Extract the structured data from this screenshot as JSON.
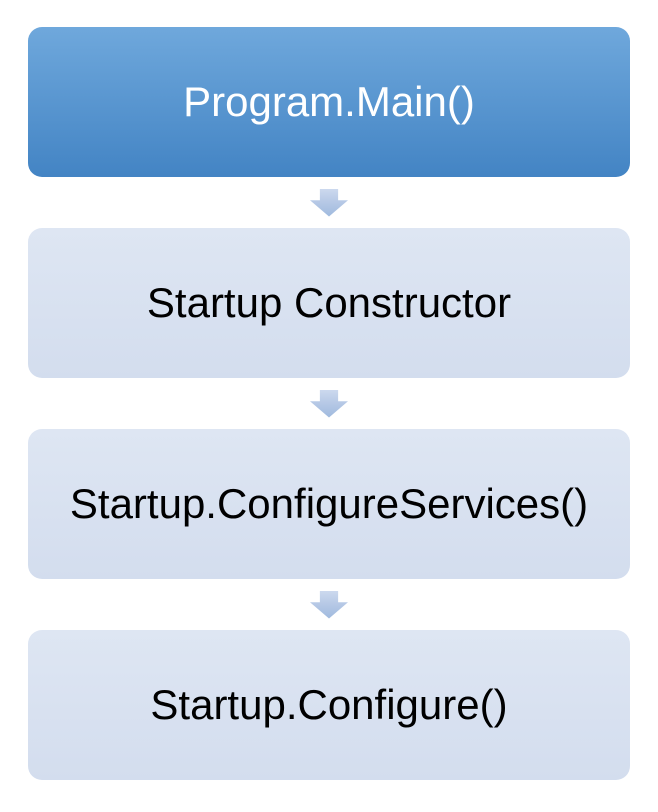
{
  "diagram": {
    "type": "vertical-process-flow",
    "nodes": [
      {
        "id": "program-main",
        "label": "Program.Main()",
        "variant": "primary"
      },
      {
        "id": "startup-constructor",
        "label": "Startup Constructor",
        "variant": "secondary"
      },
      {
        "id": "startup-configure-services",
        "label": "Startup.ConfigureServices()",
        "variant": "secondary"
      },
      {
        "id": "startup-configure",
        "label": "Startup.Configure()",
        "variant": "secondary"
      }
    ],
    "connectors": [
      {
        "from": "program-main",
        "to": "startup-constructor",
        "icon": "down-block-arrow-icon"
      },
      {
        "from": "startup-constructor",
        "to": "startup-configure-services",
        "icon": "down-block-arrow-icon"
      },
      {
        "from": "startup-configure-services",
        "to": "startup-configure",
        "icon": "down-block-arrow-icon"
      }
    ],
    "colors": {
      "background": "#ffffff",
      "primary_top": "#6fa8dc",
      "primary_bottom": "#4384c4",
      "primary_text": "#ffffff",
      "secondary_fill_top": "#dee6f3",
      "secondary_fill_bottom": "#d3ddee",
      "secondary_text": "#000000",
      "arrow_top": "#ccd9ee",
      "arrow_mid": "#b7c9e6",
      "arrow_bottom": "#9fbade"
    }
  }
}
